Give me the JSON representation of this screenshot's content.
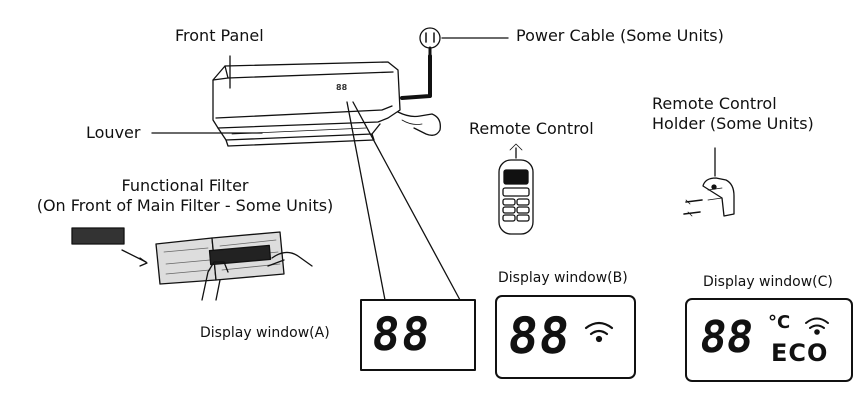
{
  "labels": {
    "front_panel": "Front Panel",
    "power_cable": "Power Cable (Some Units)",
    "louver": "Louver",
    "remote_control": "Remote Control",
    "remote_holder_line1": "Remote Control",
    "remote_holder_line2": "Holder (Some Units)",
    "functional_filter_line1": "Functional Filter",
    "functional_filter_line2": "(On Front of Main Filter - Some Units)",
    "display_a": "Display window(A)",
    "display_b": "Display window(B)",
    "display_c": "Display window(C)"
  },
  "displays": {
    "unit_digits": "88",
    "a_digits": "88",
    "b_digits": "88",
    "c_digits": "88",
    "c_unit": "°C",
    "c_mode": "ECO"
  },
  "icons": [
    "power-plug-icon",
    "wifi-icon",
    "remote-control-icon",
    "remote-holder-icon",
    "filter-icon",
    "hand-icon"
  ]
}
